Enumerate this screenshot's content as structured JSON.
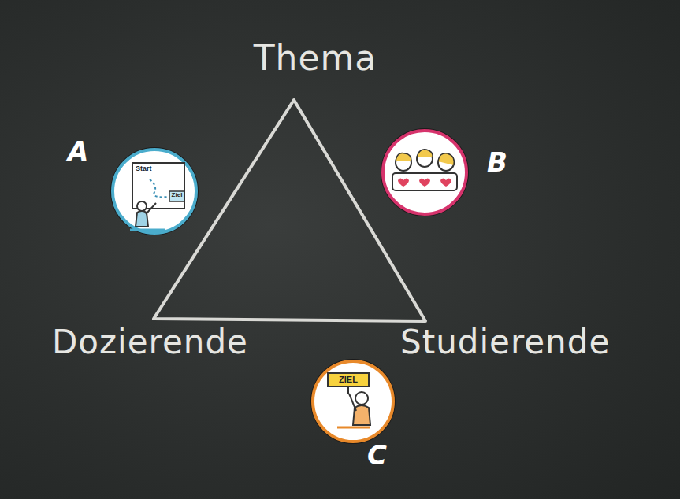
{
  "diagram": {
    "labels": [
      "Thema",
      "Dozierende",
      "Studierende",
      "A",
      "B",
      "C",
      "Start",
      "Ziel",
      "ZIEL"
    ]
  }
}
